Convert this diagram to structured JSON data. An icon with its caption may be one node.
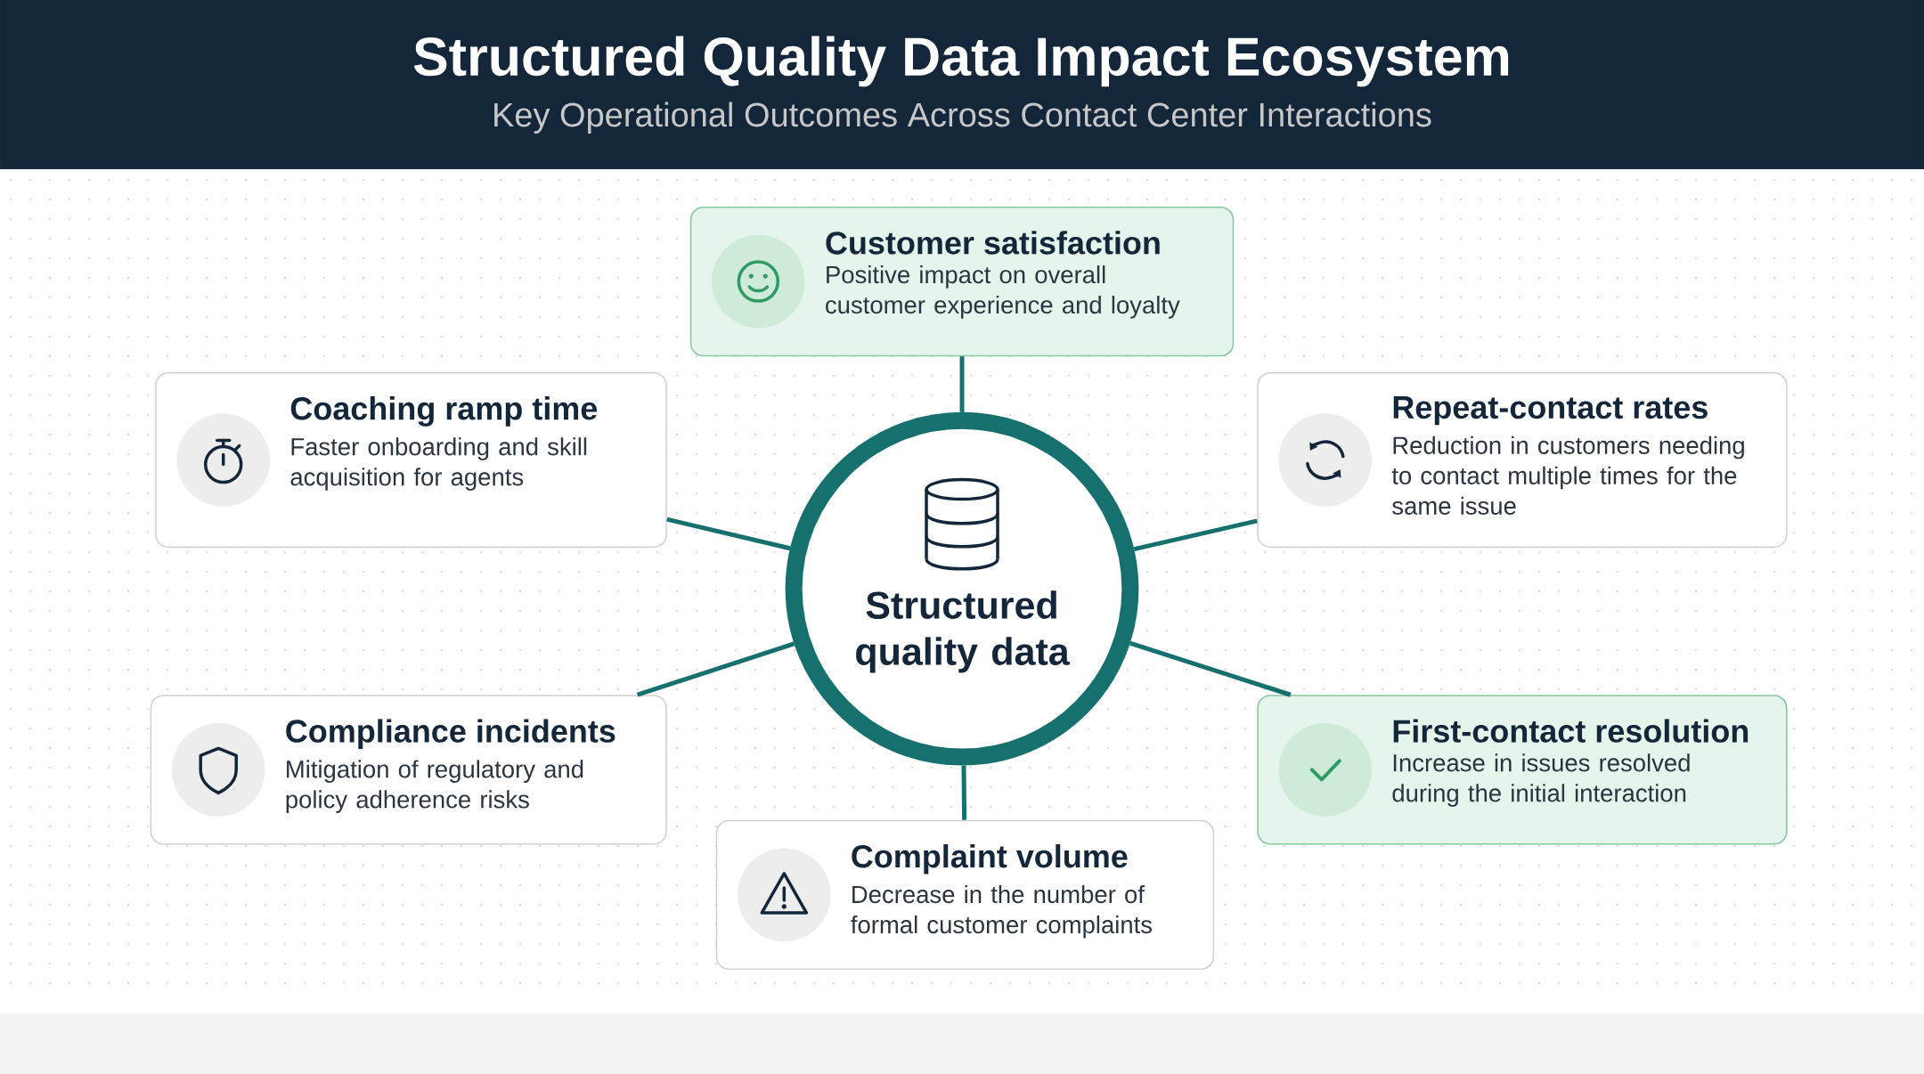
{
  "diagram": {
    "title": "Structured Quality Data Impact Ecosystem",
    "labels": [
      "Key Operational Outcomes Across Contact Center Interactions"
    ],
    "nodes": [
      {
        "text": [
          "Structured quality data"
        ]
      },
      {
        "text": [
          "Customer satisfaction",
          "Positive impact on overall customer experience and loyalty"
        ]
      },
      {
        "text": [
          "Coaching ramp time",
          "Faster onboarding and skill acquisition for agents"
        ]
      },
      {
        "text": [
          "Repeat-contact rates",
          "Reduction in customers needing to contact multiple times for the same issue"
        ]
      },
      {
        "text": [
          "Compliance incidents",
          "Mitigation of regulatory and policy adherence risks"
        ]
      },
      {
        "text": [
          "First-contact resolution",
          "Increase in issues resolved during the initial interaction"
        ]
      },
      {
        "text": [
          "Complaint volume",
          "Decrease in the number of formal customer complaints"
        ]
      }
    ],
    "edges": [
      {
        "from": 0,
        "to": 1,
        "arrow": "none"
      },
      {
        "from": 0,
        "to": 2,
        "arrow": "none"
      },
      {
        "from": 0,
        "to": 3,
        "arrow": "none"
      },
      {
        "from": 0,
        "to": 4,
        "arrow": "none"
      },
      {
        "from": 0,
        "to": 5,
        "arrow": "none"
      },
      {
        "from": 0,
        "to": 6,
        "arrow": "none"
      }
    ]
  }
}
